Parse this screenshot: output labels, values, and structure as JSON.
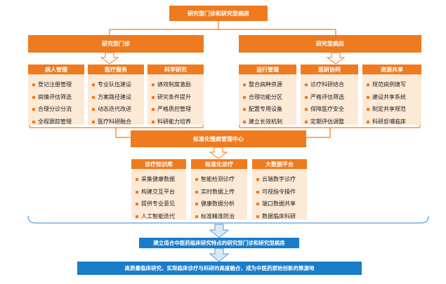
{
  "title": "研究型门诊和研究型病房",
  "left": {
    "title": "研究型门诊",
    "groups": [
      {
        "title": "病人管理",
        "items": [
          "登记注册管理",
          "病情评估筛选",
          "合理分诊分流",
          "全程跟踪管理"
        ]
      },
      {
        "title": "医疗服务",
        "items": [
          "专业队伍建设",
          "方案路径建设",
          "动态迭代改进",
          "医疗科研融合"
        ]
      },
      {
        "title": "科学研究",
        "items": [
          "绩效制度激励",
          "研究条件提升",
          "严格质控管理",
          "科研能力培养"
        ]
      }
    ]
  },
  "right": {
    "title": "研究型病房",
    "groups": [
      {
        "title": "运行管理",
        "items": [
          "整合病种资源",
          "合理功能分区",
          "配置专用设备",
          "建立长效机制"
        ]
      },
      {
        "title": "医研协同",
        "items": [
          "诊疗科研结合",
          "严格评估筛选",
          "保障医疗安全",
          "定期评估调整"
        ]
      },
      {
        "title": "资源共享",
        "items": [
          "规范病例填写",
          "建设共享系统",
          "制定共享规范",
          "科研反哺临床"
        ]
      }
    ]
  },
  "center": {
    "title": "标准化慢病管理中心",
    "groups": [
      {
        "title": "诊疗知识库",
        "items": [
          "采集健康数据",
          "构建交互平台",
          "提供专业意见",
          "人工智能迭代"
        ]
      },
      {
        "title": "标准化诊疗",
        "items": [
          "智能检测诊疗",
          "实时数据上传",
          "健康数据分析",
          "标准精准防治"
        ]
      },
      {
        "title": "大数据平台",
        "items": [
          "云端数字诊疗",
          "可视指令操作",
          "端口数据共享",
          "数据临床科研"
        ]
      }
    ]
  },
  "bottom1": "建立适合中医药临床研究特点的研究型门诊和研究型病房",
  "bottom2": "高质量临床研究，实现临床诊疗与科研的高度融合，成为中医药原始创新的策源地",
  "colors": {
    "orange": "#f07a1e",
    "card": "#fce9d6",
    "blue": "#1a7dc9",
    "arrow_fill": "#dbe9f6",
    "arrow_stroke": "#5a9bd4"
  }
}
